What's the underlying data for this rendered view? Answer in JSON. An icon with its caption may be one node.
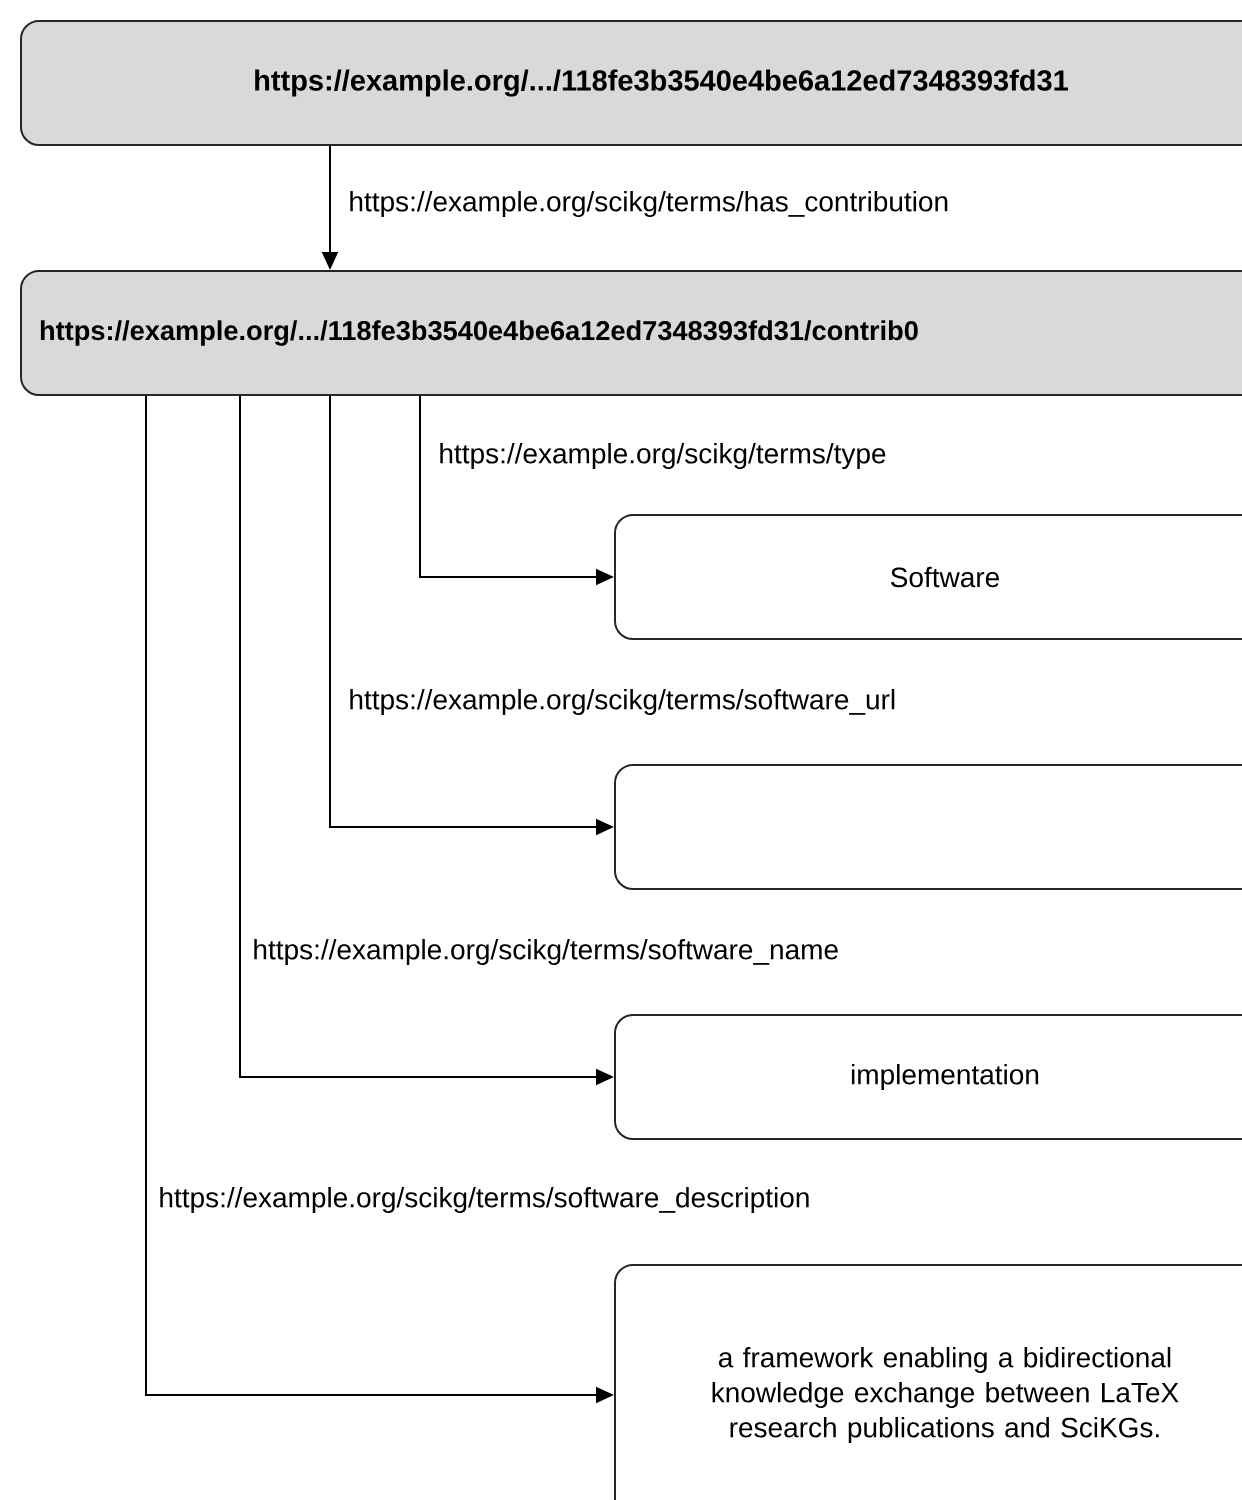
{
  "diagram": {
    "nodes": [
      {
        "text": [
          "https://example.org/.../118fe3b3540e4be6a12ed7348393fd31"
        ]
      },
      {
        "text": [
          "https://example.org/.../118fe3b3540e4be6a12ed7348393fd31/contrib0"
        ]
      },
      {
        "text": [
          "Software"
        ]
      },
      {
        "text": [],
        "shape": "box"
      },
      {
        "text": [
          "implementation"
        ]
      },
      {
        "text": [
          "a framework enabling a bidirectional knowledge exchange between LaTeX research publications and SciKGs."
        ]
      }
    ],
    "edges": [
      {
        "from": 0,
        "to": 1,
        "arrow": "to",
        "label": "https://example.org/scikg/terms/has_contribution"
      },
      {
        "from": 1,
        "to": 2,
        "arrow": "to",
        "label": "https://example.org/scikg/terms/type"
      },
      {
        "from": 1,
        "to": 3,
        "arrow": "to",
        "label": "https://example.org/scikg/terms/software_url"
      },
      {
        "from": 1,
        "to": 4,
        "arrow": "to",
        "label": "https://example.org/scikg/terms/software_name"
      },
      {
        "from": 1,
        "to": 5,
        "arrow": "to",
        "label": "https://example.org/scikg/terms/software_description"
      }
    ]
  }
}
